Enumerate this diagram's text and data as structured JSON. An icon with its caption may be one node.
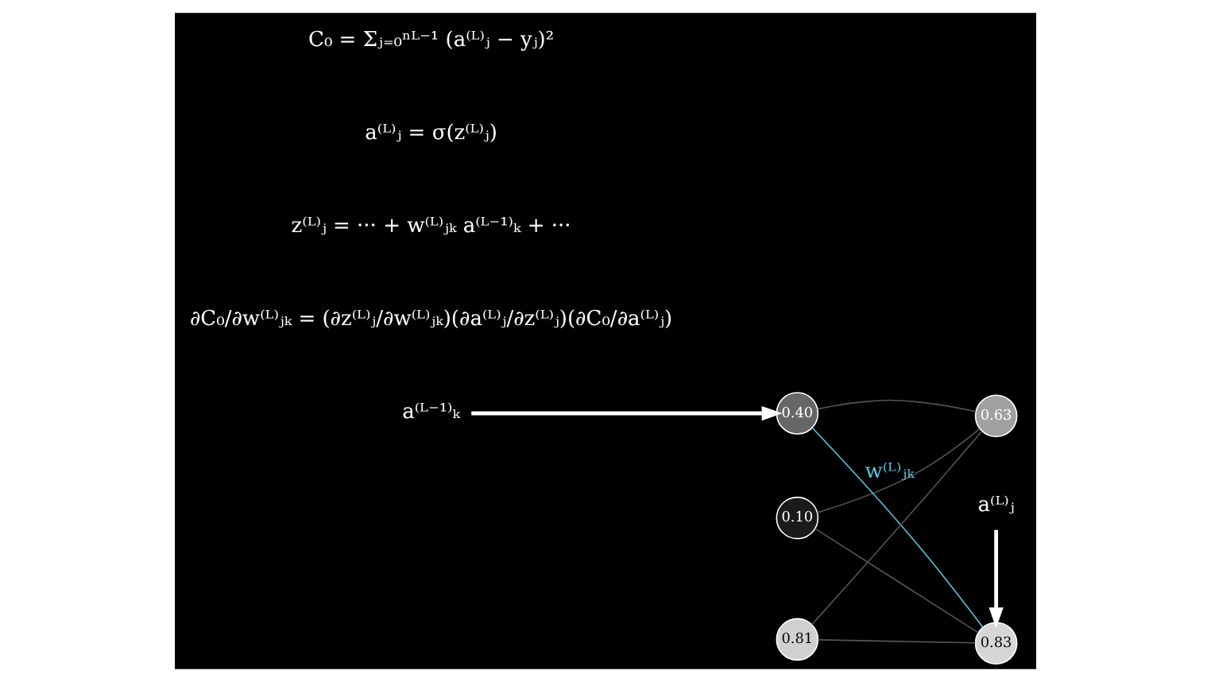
{
  "diagram": {
    "nodes": [
      {
        "text": [
          "0.10"
        ]
      },
      {
        "text": [
          "0.40"
        ]
      },
      {
        "text": [
          "0.81"
        ]
      },
      {
        "text": [
          "0.83"
        ]
      },
      {
        "text": [
          "0.63"
        ]
      },
      {
        "text": [
          "a⁽ᴸ⁻¹⁾ₖ"
        ]
      },
      {
        "text": [
          "a⁽ᴸ⁾ⱼ"
        ]
      }
    ],
    "edges": [
      {
        "from": 5,
        "to": 1,
        "arrow": "to",
        "color": "#ffffff",
        "style": "thick"
      },
      {
        "from": 6,
        "to": 3,
        "arrow": "to",
        "color": "#ffffff",
        "style": "thick"
      },
      {
        "from": 0,
        "to": 3,
        "arrow": "none"
      },
      {
        "from": 0,
        "to": 4,
        "arrow": "none"
      },
      {
        "from": 1,
        "to": 3,
        "arrow": "none",
        "label": "w⁽ᴸ⁾ⱼₖ",
        "color": "#58c4dd"
      },
      {
        "from": 1,
        "to": 4,
        "arrow": "none"
      },
      {
        "from": 2,
        "to": 3,
        "arrow": "none"
      },
      {
        "from": 2,
        "to": 4,
        "arrow": "none"
      }
    ],
    "labels": [
      "∂C₀/∂w⁽ᴸ⁾ⱼₖ = (∂z⁽ᴸ⁾ⱼ/∂w⁽ᴸ⁾ⱼₖ)(∂a⁽ᴸ⁾ⱼ/∂z⁽ᴸ⁾ⱼ)(∂C₀/∂a⁽ᴸ⁾ⱼ)",
      "z⁽ᴸ⁾ⱼ = ··· + w⁽ᴸ⁾ⱼₖ a⁽ᴸ⁻¹⁾ₖ + ···",
      "a⁽ᴸ⁾ⱼ = σ(z⁽ᴸ⁾ⱼ)",
      "C₀ = Σⱼ₌₀ⁿᴸ⁻¹ (a⁽ᴸ⁾ⱼ − yⱼ)²"
    ]
  }
}
